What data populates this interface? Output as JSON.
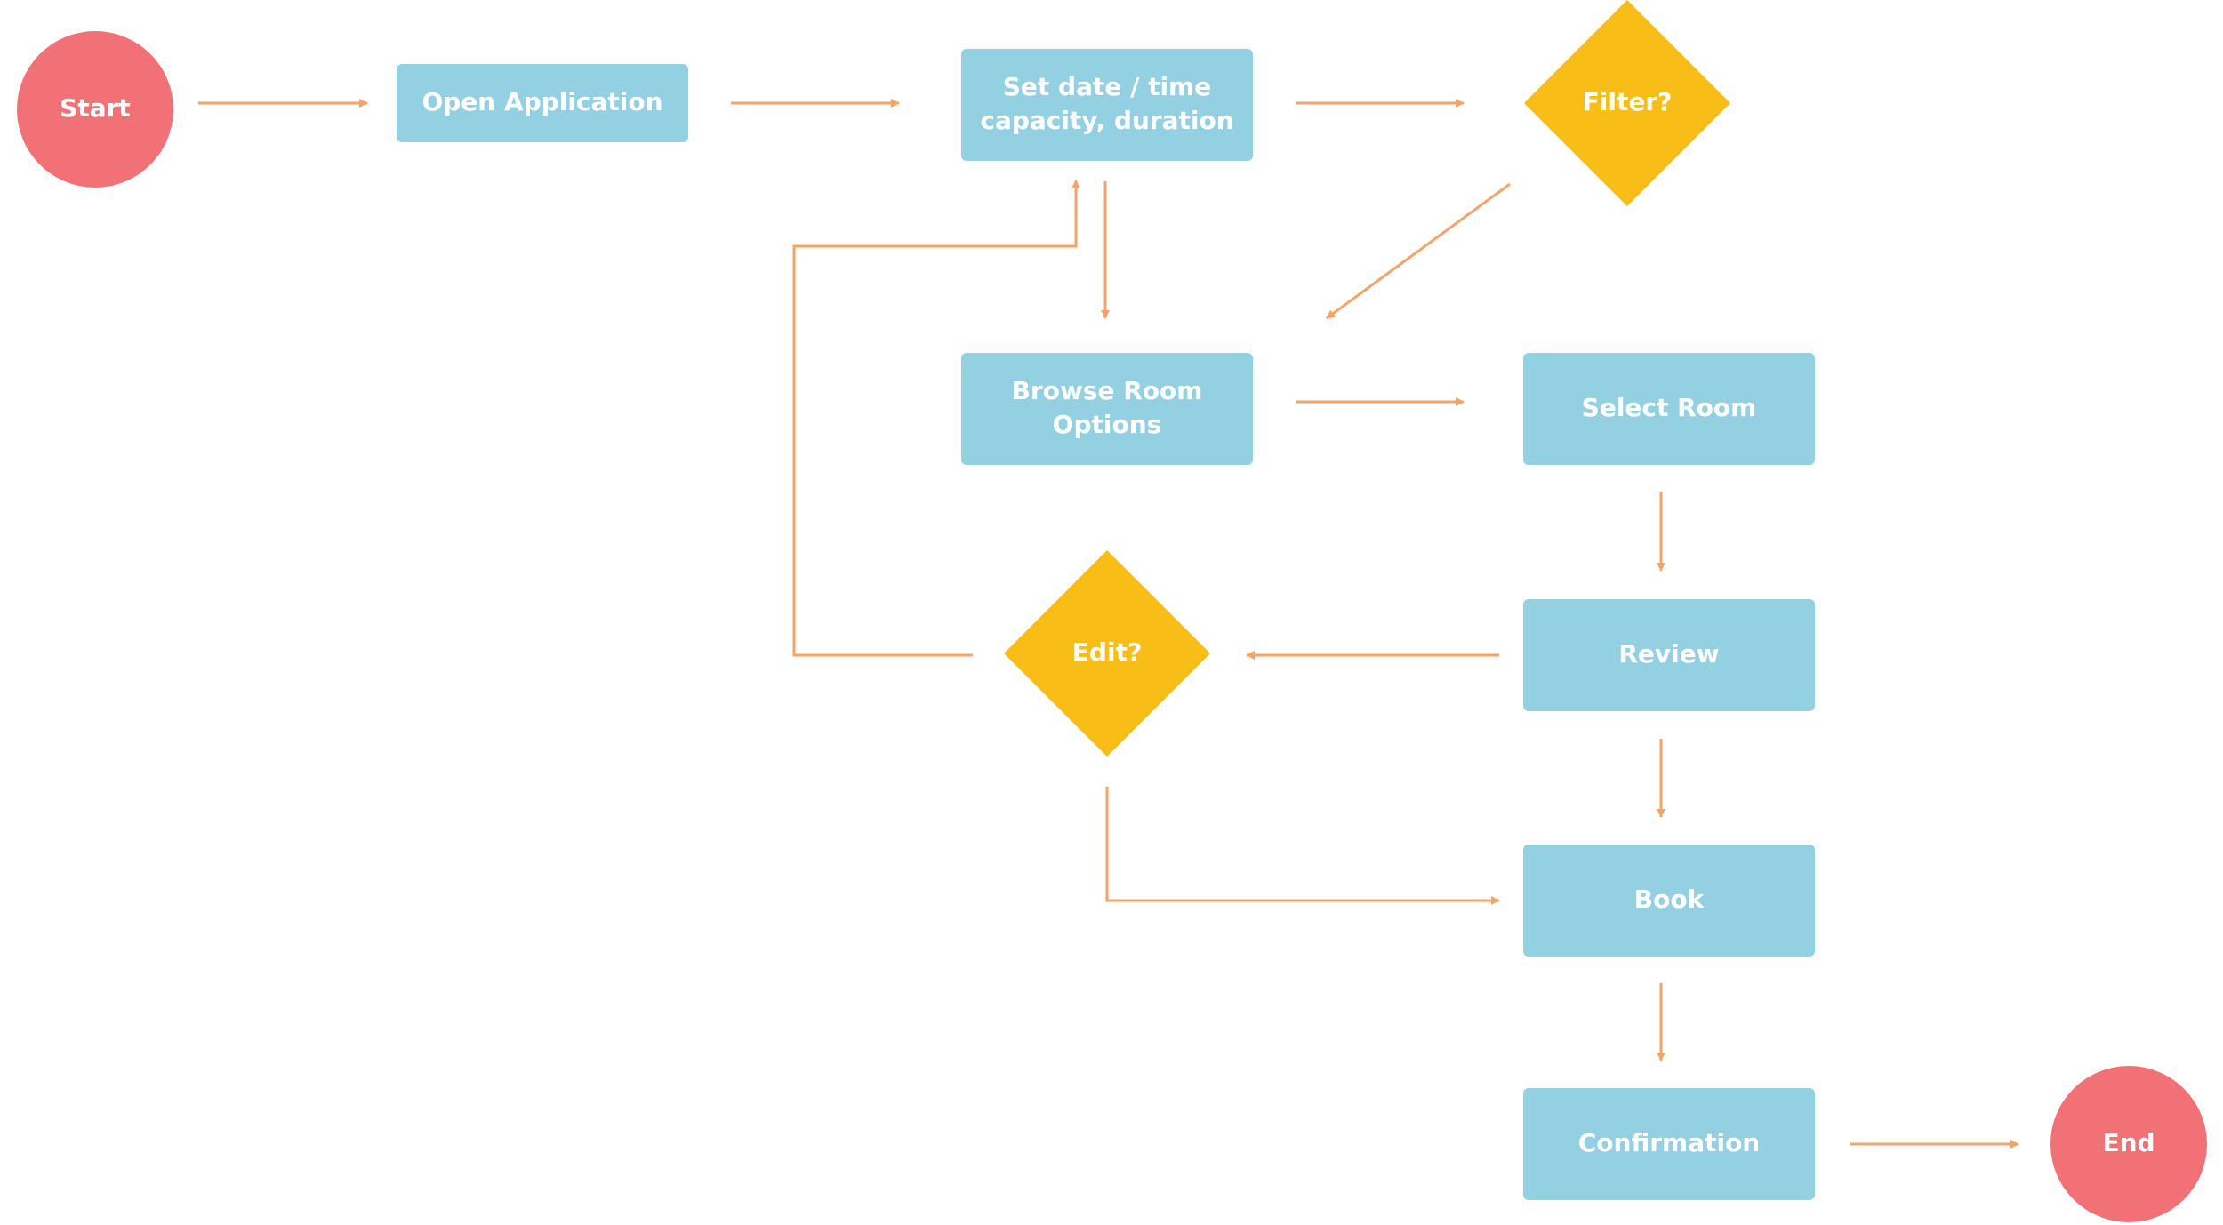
{
  "colors": {
    "terminal": "#f27176",
    "process": "#93d0e2",
    "decision": "#f8bd17",
    "connector": "#f3a468",
    "text": "#ffffff"
  },
  "nodes": [
    {
      "id": "start",
      "shape": "circle",
      "label": [
        "Start"
      ]
    },
    {
      "id": "open-application",
      "shape": "box",
      "label": [
        "Open Application"
      ]
    },
    {
      "id": "set-date-time",
      "shape": "box",
      "label": [
        "Set date / time",
        "capacity, duration"
      ]
    },
    {
      "id": "filter",
      "shape": "diamond",
      "label": [
        "Filter?"
      ]
    },
    {
      "id": "browse-room-options",
      "shape": "box",
      "label": [
        "Browse Room",
        "Options"
      ]
    },
    {
      "id": "select-room",
      "shape": "box",
      "label": [
        "Select Room"
      ]
    },
    {
      "id": "review",
      "shape": "box",
      "label": [
        "Review"
      ]
    },
    {
      "id": "edit",
      "shape": "diamond",
      "label": [
        "Edit?"
      ]
    },
    {
      "id": "book",
      "shape": "box",
      "label": [
        "Book"
      ]
    },
    {
      "id": "confirmation",
      "shape": "box",
      "label": [
        "Confirmation"
      ]
    },
    {
      "id": "end",
      "shape": "circle",
      "label": [
        "End"
      ]
    }
  ],
  "edges": [
    {
      "from": "start",
      "to": "open-application"
    },
    {
      "from": "open-application",
      "to": "set-date-time"
    },
    {
      "from": "set-date-time",
      "to": "filter"
    },
    {
      "from": "set-date-time",
      "to": "browse-room-options"
    },
    {
      "from": "filter",
      "to": "browse-room-options"
    },
    {
      "from": "browse-room-options",
      "to": "select-room"
    },
    {
      "from": "select-room",
      "to": "review"
    },
    {
      "from": "review",
      "to": "edit"
    },
    {
      "from": "edit",
      "to": "set-date-time"
    },
    {
      "from": "edit",
      "to": "book"
    },
    {
      "from": "review",
      "to": "book"
    },
    {
      "from": "book",
      "to": "confirmation"
    },
    {
      "from": "confirmation",
      "to": "end"
    }
  ]
}
